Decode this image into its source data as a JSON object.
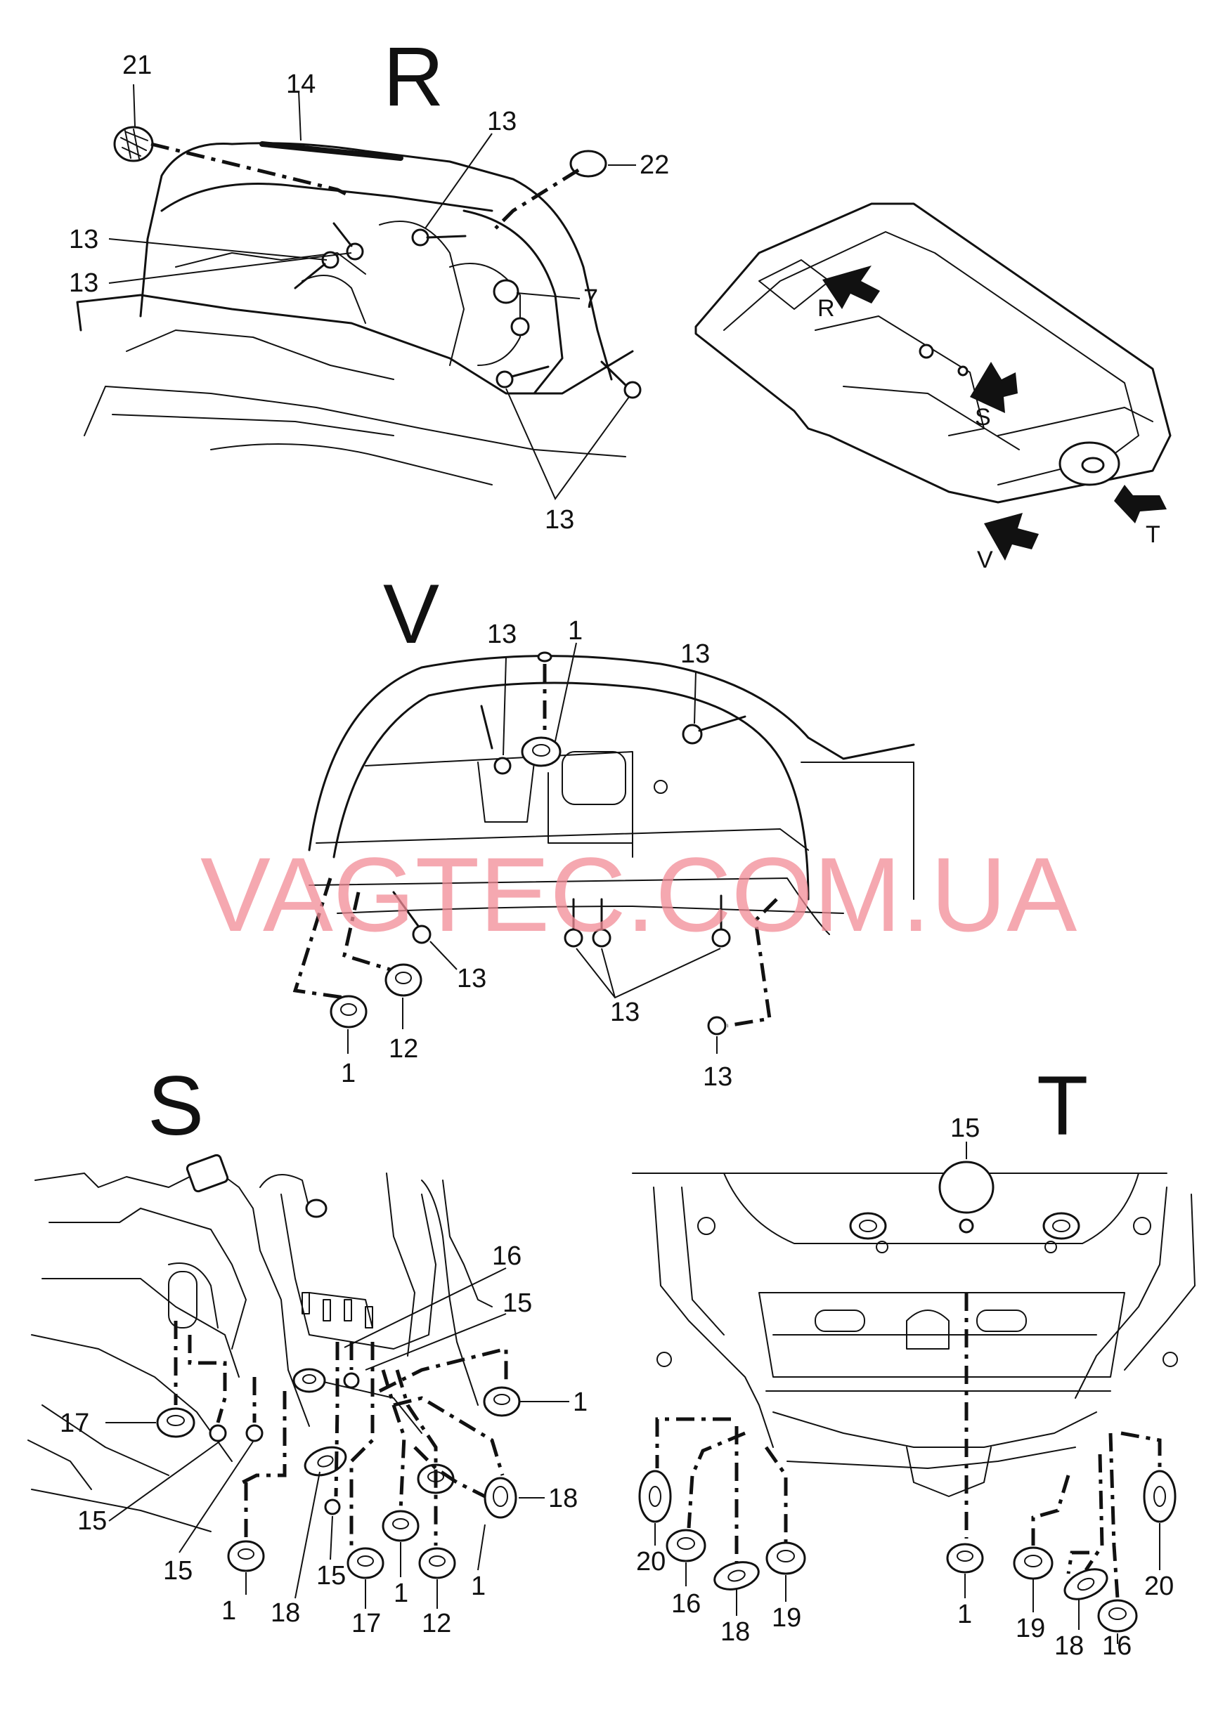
{
  "section_letters": {
    "R": "R",
    "V": "V",
    "S": "S",
    "T": "T"
  },
  "overview_arrow_labels": {
    "R": "R",
    "S": "S",
    "V": "V",
    "T": "T"
  },
  "watermark": "VAGTEC.COM.UA",
  "section_R": {
    "callouts": {
      "c21": "21",
      "c14": "14",
      "c13_top": "13",
      "c22": "22",
      "c13_left_a": "13",
      "c13_left_b": "13",
      "c7": "7",
      "c13_bottom": "13"
    }
  },
  "section_V": {
    "callouts": {
      "c13_tl": "13",
      "c1_top": "1",
      "c13_tr": "13",
      "c13_mid": "13",
      "c13_low": "13",
      "c1_bot": "1",
      "c12": "12",
      "c13_bot": "13"
    }
  },
  "section_S": {
    "callouts": {
      "c16": "16",
      "c15_tr": "15",
      "c1_r": "1",
      "c17_l": "17",
      "c18_r": "18",
      "c15_l": "15",
      "c15_l2": "15",
      "c1_b1": "1",
      "c18_b": "18",
      "c15_b": "15",
      "c17_b": "17",
      "c1_b2": "1",
      "c12": "12",
      "c1_b3": "1"
    }
  },
  "section_T": {
    "callouts": {
      "c15": "15",
      "c20_l": "20",
      "c16_l": "16",
      "c18_l": "18",
      "c19_l": "19",
      "c1": "1",
      "c19_r": "19",
      "c18_r": "18",
      "c16_r": "16",
      "c20_r": "20"
    }
  }
}
